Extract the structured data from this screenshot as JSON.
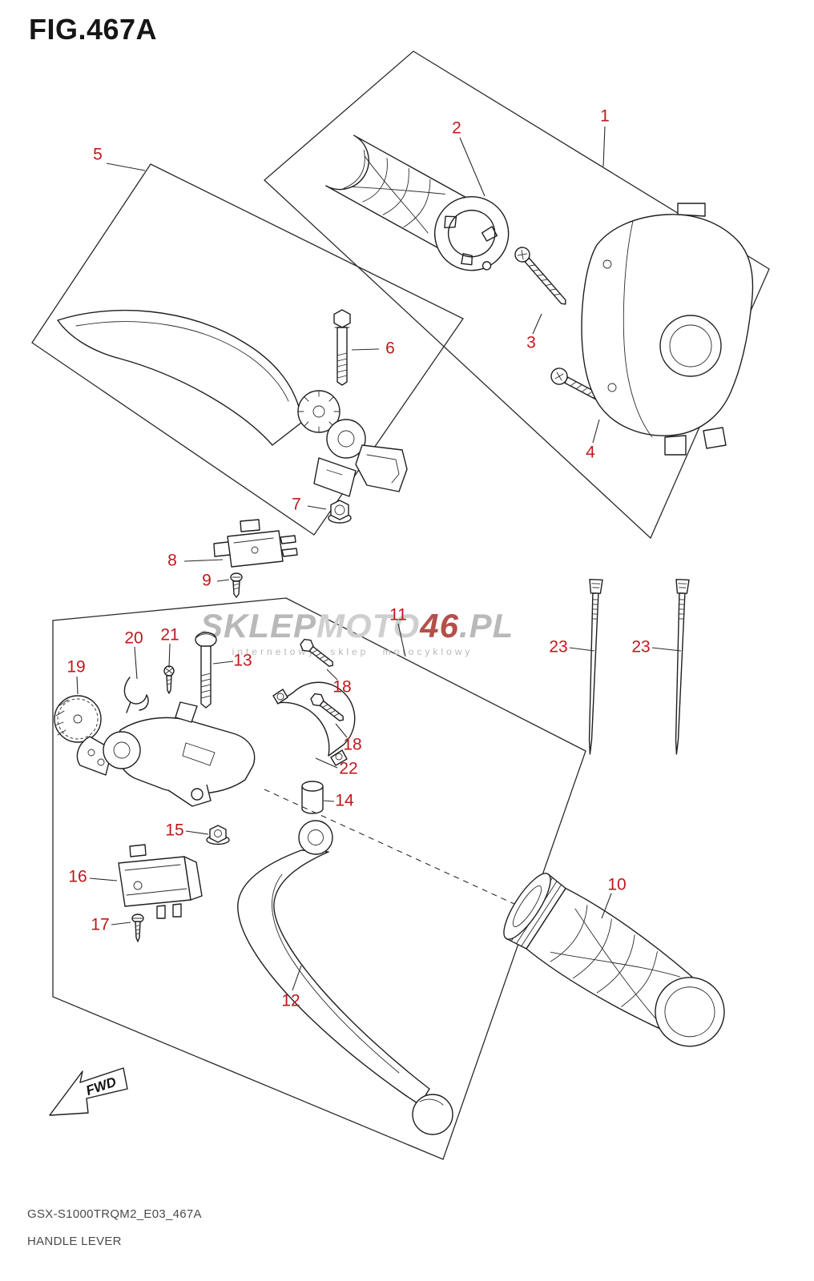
{
  "header": {
    "figure": "FIG.467A"
  },
  "watermark": {
    "p1": "SKLEP",
    "p2": "MOTO",
    "p3": "46",
    "p4": ".PL",
    "subtitle": "internetowy sklep motocyklowy"
  },
  "fwd_label": "FWD",
  "labels": [
    "1",
    "2",
    "3",
    "4",
    "5",
    "6",
    "7",
    "8",
    "9",
    "10",
    "11",
    "12",
    "13",
    "14",
    "15",
    "16",
    "17",
    "18",
    "18",
    "19",
    "20",
    "21",
    "22",
    "23",
    "23"
  ],
  "footer": {
    "code": "GSX-S1000TRQM2_E03_467A",
    "title": "HANDLE LEVER"
  },
  "colors": {
    "label": "#c0181c",
    "line": "#1f1f1f",
    "title": "#161616",
    "footer": "#4a4a4a",
    "watermark_gray": "#b9b9b9",
    "watermark_light": "#cfcfcf",
    "watermark_red": "#b3504a"
  }
}
